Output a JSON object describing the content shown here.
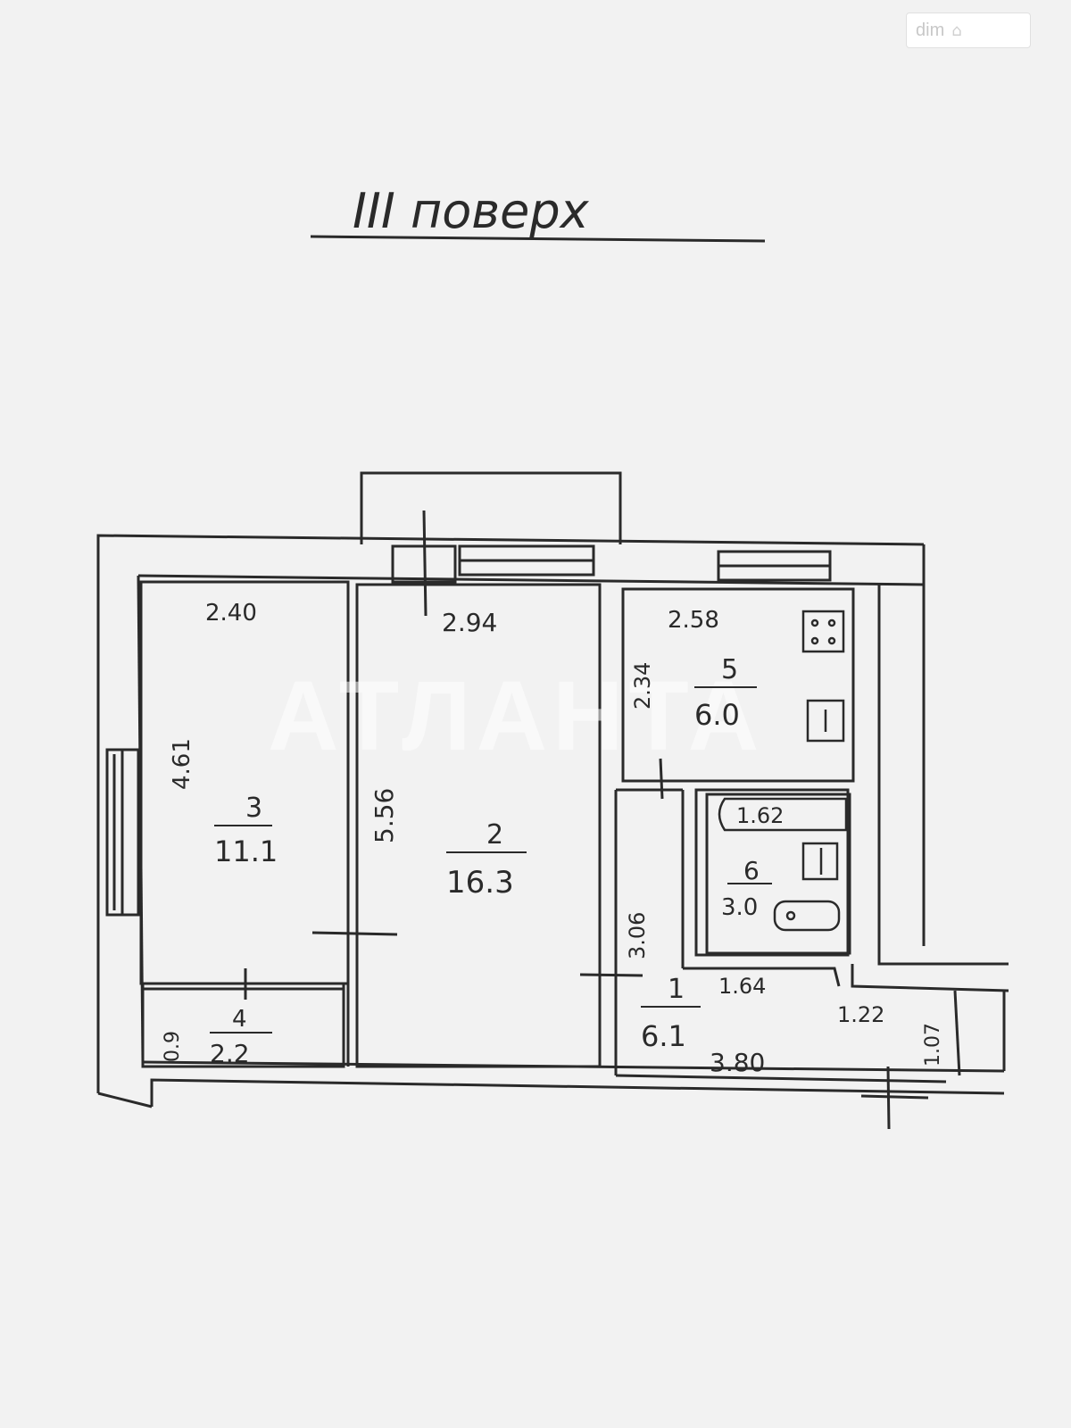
{
  "header": {
    "floor_title": "III поверх"
  },
  "watermark": "АТЛАНТА",
  "badge": {
    "text": "dim",
    "icon": "house-icon"
  },
  "rooms": [
    {
      "number": "1",
      "area": "6.1"
    },
    {
      "number": "2",
      "area": "16.3"
    },
    {
      "number": "3",
      "area": "11.1"
    },
    {
      "number": "4",
      "area": "2.2"
    },
    {
      "number": "5",
      "area": "6.0"
    },
    {
      "number": "6",
      "area": "3.0"
    }
  ],
  "dimensions": {
    "room3_width": "2.40",
    "room3_length": "4.61",
    "room2_width": "2.94",
    "room2_length": "5.56",
    "room5_width": "2.58",
    "room5_length": "2.34",
    "room6_width": "1.62",
    "room6_bottom": "1.64",
    "room1_side": "3.06",
    "room1_width": "3.80",
    "room1_small_width": "1.22",
    "room1_small_depth": "1.07",
    "room4_depth": "0.9"
  },
  "colors": {
    "ink": "#2a2a2a",
    "paper": "#f2f2f2"
  }
}
